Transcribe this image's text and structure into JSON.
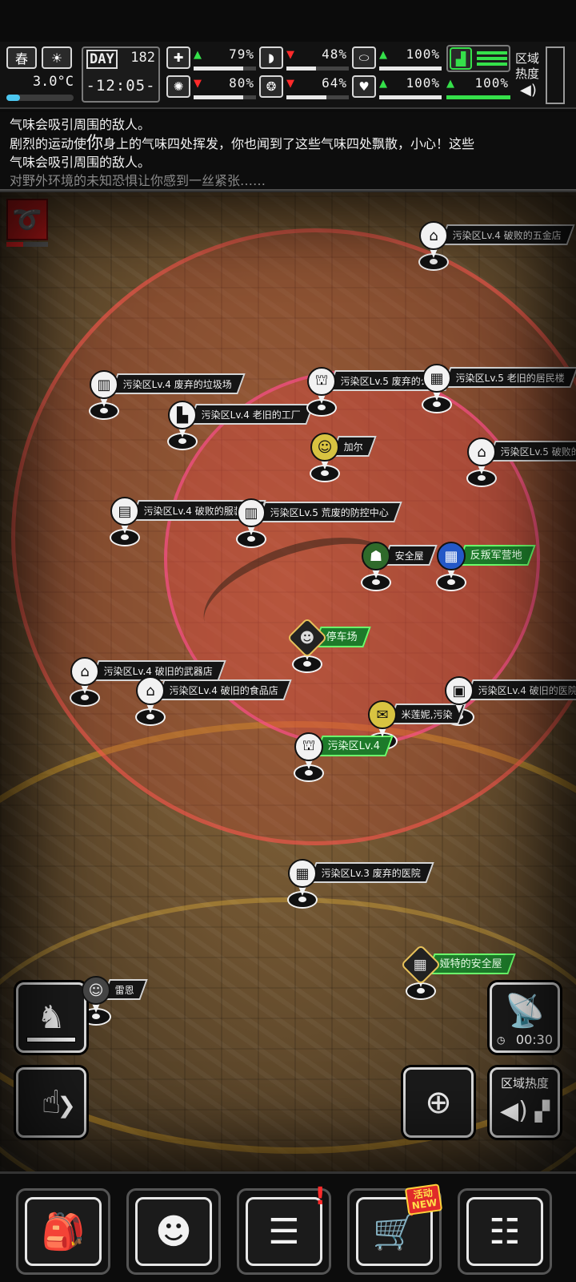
{
  "status": {
    "season": "春",
    "temperature": "3.0°C",
    "temperature_fraction": 0.2,
    "day_label": "DAY",
    "day": "182",
    "time": "-12:05-",
    "area_heat_label": "区域热度",
    "stats": [
      {
        "name": "health",
        "icon": "medkit-icon",
        "glyph": "✚",
        "trend": "up",
        "value": "79%",
        "fraction": 0.79
      },
      {
        "name": "hunger",
        "icon": "stomach-icon",
        "glyph": "◗",
        "trend": "down",
        "value": "48%",
        "fraction": 0.48
      },
      {
        "name": "stamina",
        "icon": "pill-icon",
        "glyph": "⬭",
        "trend": "up",
        "value": "100%",
        "fraction": 1.0
      },
      {
        "name": "mood",
        "icon": "brain-icon",
        "glyph": "✺",
        "trend": "down",
        "value": "80%",
        "fraction": 0.8
      },
      {
        "name": "thirst",
        "icon": "water-drop-icon",
        "glyph": "💧",
        "trend": "down",
        "value": "64%",
        "fraction": 0.64
      },
      {
        "name": "heart",
        "icon": "heart-icon",
        "glyph": "♥",
        "trend": "up",
        "value": "100%",
        "fraction": 1.0
      },
      {
        "name": "leg",
        "icon": "boot-icon",
        "glyph": "▟",
        "trend": "up",
        "value": "100%",
        "fraction": 1.0
      }
    ]
  },
  "log": {
    "line1": "气味会吸引周围的敌人。",
    "line2a": "剧烈的运动使",
    "line2b": "你",
    "line2c": "身上的气味四处挥发，你也闻到了这些气味四处飘散，小心！这些",
    "line3": "气味会吸引周围的敌人。",
    "line4": "对野外环境的未知恐惧让你感到一丝紧张……"
  },
  "map": {
    "pins": [
      {
        "id": "hardware-store",
        "label": "污染区Lv.4 破败的五金店",
        "glyph": "⌂"
      },
      {
        "id": "dump",
        "label": "污染区Lv.4 废弃的垃圾场",
        "glyph": "▥"
      },
      {
        "id": "factory",
        "label": "污染区Lv.4 老旧的工厂",
        "glyph": "▙"
      },
      {
        "id": "park",
        "label": "污染区Lv.5 废弃的公园",
        "glyph": "⛫"
      },
      {
        "id": "apartments",
        "label": "污染区Lv.5 老旧的居民楼",
        "glyph": "▦"
      },
      {
        "id": "garl",
        "label": "加尔",
        "glyph": "☺"
      },
      {
        "id": "ruined-right",
        "label": "污染区Lv.5 破败的",
        "glyph": "⌂"
      },
      {
        "id": "clothing-store",
        "label": "污染区Lv.4 破败的服装店",
        "glyph": "▤"
      },
      {
        "id": "control-center",
        "label": "污染区Lv.5 荒废的防控中心",
        "glyph": "▥"
      },
      {
        "id": "safe-house",
        "label": "安全屋",
        "glyph": "☗"
      },
      {
        "id": "rebel-camp",
        "label": "反叛军营地",
        "glyph": "▦"
      },
      {
        "id": "parking",
        "label": "停车场",
        "glyph": "☻"
      },
      {
        "id": "weapon-store",
        "label": "污染区Lv.4 破旧的武器店",
        "glyph": "⌂"
      },
      {
        "id": "food-store",
        "label": "污染区Lv.4 破旧的食品店",
        "glyph": "⌂"
      },
      {
        "id": "clinic",
        "label": "污染区Lv.4 破旧的医院",
        "glyph": "▣"
      },
      {
        "id": "milini",
        "label": "米莲妮,污染",
        "glyph": "✉"
      },
      {
        "id": "park-green",
        "label": "污染区Lv.4",
        "glyph": "⛫"
      },
      {
        "id": "hospital",
        "label": "污染区Lv.3 废弃的医院",
        "glyph": "▦"
      },
      {
        "id": "safe-house-2",
        "label": "娅特的安全屋",
        "glyph": "▦"
      },
      {
        "id": "raine",
        "label": "雷恩",
        "glyph": "☺"
      }
    ],
    "buttons": {
      "mount_icon": "horse-icon",
      "radar_timer": "00:30",
      "area_heat": "区域热度"
    }
  },
  "nav": {
    "new_badge_top": "活动",
    "new_badge_bottom": "NEW"
  }
}
